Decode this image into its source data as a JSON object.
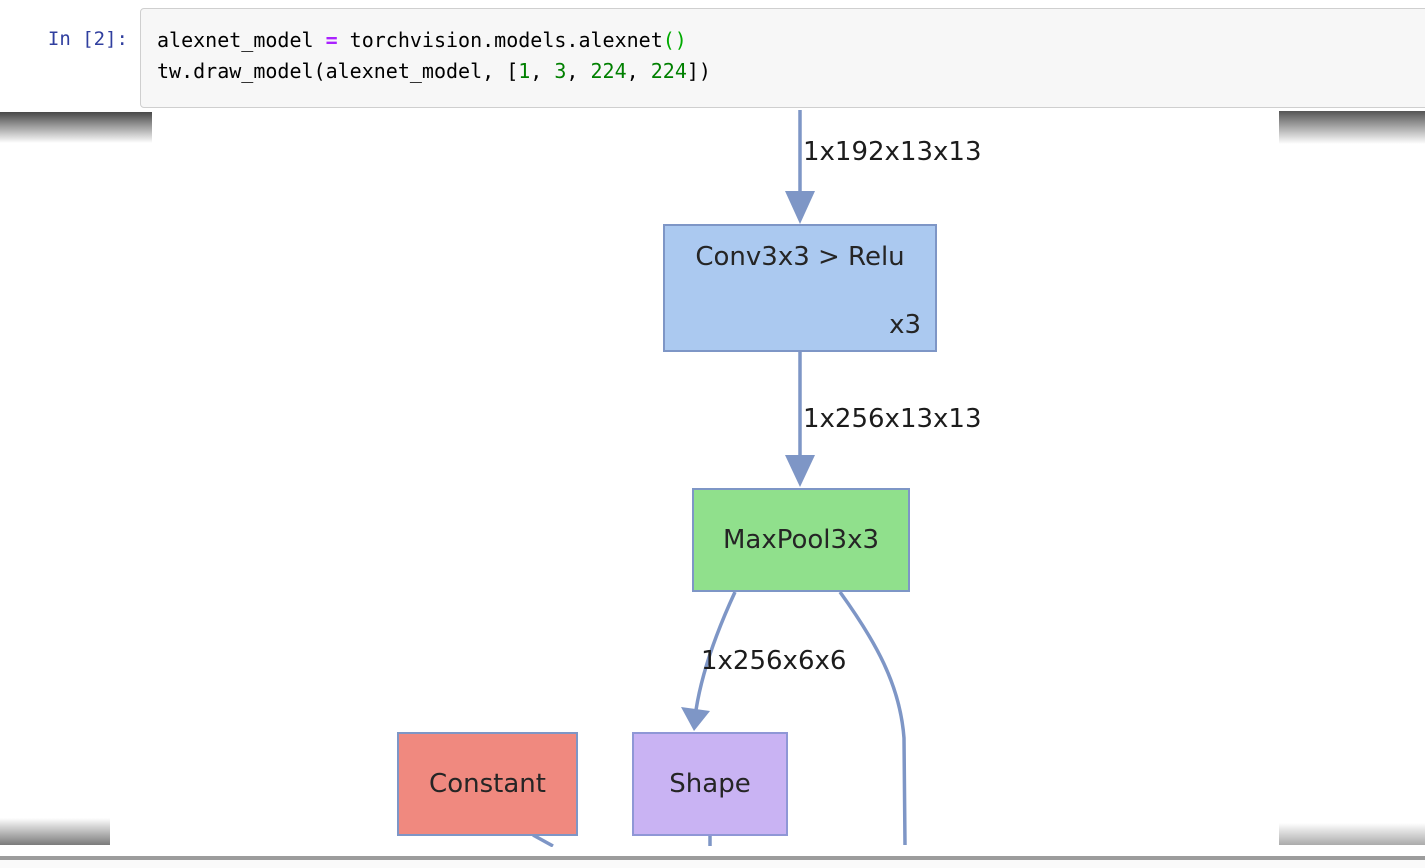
{
  "notebook": {
    "prompt": "In [2]:",
    "code_line1": {
      "t1": "alexnet_model ",
      "op": "=",
      "t2": " torchvision.models.alexnet",
      "paren": "()"
    },
    "code_line2": {
      "t1": "tw.draw_model(alexnet_model, [",
      "n1": "1",
      "s1": ", ",
      "n2": "3",
      "s2": ", ",
      "n3": "224",
      "s3": ", ",
      "n4": "224",
      "t2": "])"
    }
  },
  "diagram": {
    "type": "model-graph",
    "edges": {
      "color": "#7e96c6",
      "e1_label": "1x192x13x13",
      "e2_label": "1x256x13x13",
      "e3_label": "1x256x6x6"
    },
    "nodes": {
      "conv": {
        "label": "Conv3x3 > Relu",
        "badge": "x3",
        "fill": "#abc9f0",
        "border": "#7e96c6"
      },
      "maxpool": {
        "label": "MaxPool3x3",
        "fill": "#90e08c",
        "border": "#7e96c6"
      },
      "constant": {
        "label": "Constant",
        "fill": "#f0897f",
        "border": "#7e96c6"
      },
      "shape": {
        "label": "Shape",
        "fill": "#c9b3f3",
        "border": "#8f97d6"
      }
    }
  },
  "colors": {
    "prompt_text": "#303F9F",
    "operator": "#AA22FF",
    "number": "#008000",
    "matching_bracket": "#00aa00",
    "cell_background": "#f7f7f7",
    "cell_border": "#cfcfcf",
    "edge_label_text": "#1c1c1c",
    "divider": "#9c9c9c"
  }
}
